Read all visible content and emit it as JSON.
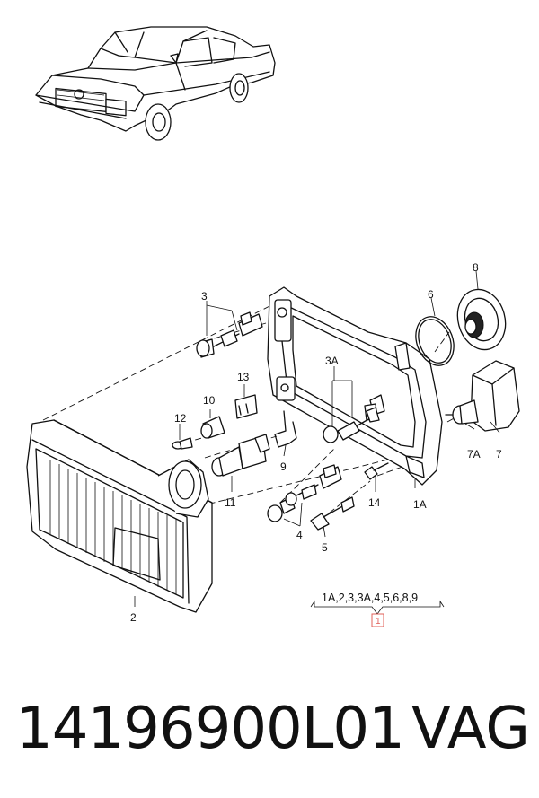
{
  "callouts": {
    "c1A": "1A",
    "c2": "2",
    "c3": "3",
    "c3A": "3A",
    "c4": "4",
    "c5": "5",
    "c6": "6",
    "c7": "7",
    "c7A": "7A",
    "c8": "8",
    "c9": "9",
    "c10": "10",
    "c11": "11",
    "c12": "12",
    "c13": "13",
    "c14": "14"
  },
  "assembly": {
    "includes": "1A,2,3,3A,4,5,6,8,9",
    "ref": "1"
  },
  "footer": {
    "part_number": "14196900L01",
    "brand": "VAG"
  },
  "colors": {
    "ink": "#111111",
    "ref_box": "#e0605a"
  }
}
